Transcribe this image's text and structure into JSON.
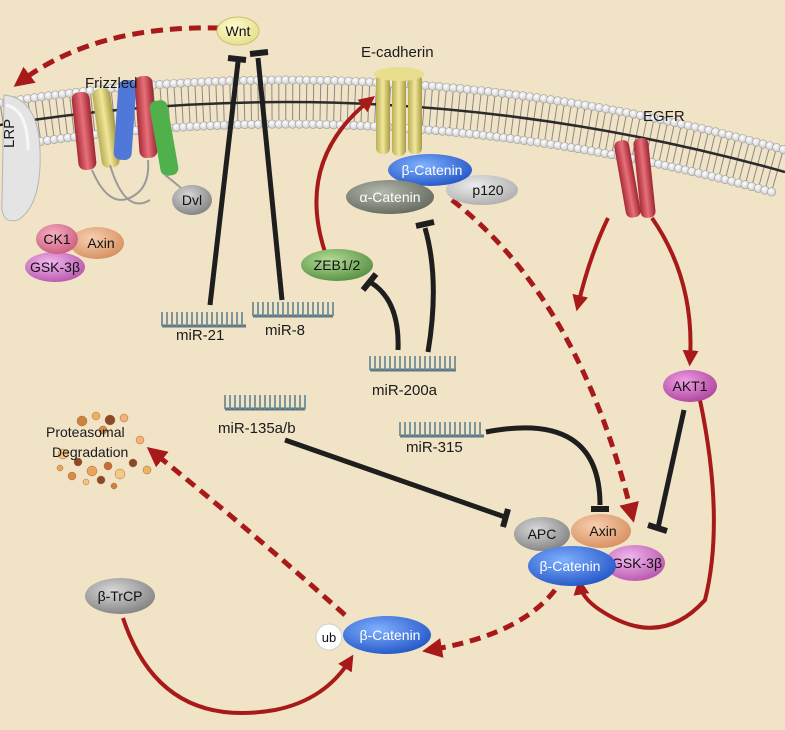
{
  "labels": {
    "wnt": "Wnt",
    "frizzled": "Frizzled",
    "lrp": "LRP",
    "dvl": "Dvl",
    "ck1": "CK1",
    "axin_left": "Axin",
    "gsk3b_left": "GSK-3β",
    "ecadherin": "E-cadherin",
    "egfr": "EGFR",
    "bcatenin_membrane": "β-Catenin",
    "acatenin": "α-Catenin",
    "p120": "p120",
    "zeb": "ZEB1/2",
    "akt1": "AKT1",
    "apc": "APC",
    "axin_complex": "Axin",
    "bcatenin_complex": "β-Catenin",
    "gsk3b_complex": "GSK-3β",
    "btrcp": "β-TrCP",
    "ub": "ub",
    "bcatenin_ub": "β-Catenin",
    "proteasomal_line1": "Proteasomal",
    "proteasomal_line2": "Degradation"
  },
  "mirnas": {
    "mir21": "miR-21",
    "mir8": "miR-8",
    "mir200a": "miR-200a",
    "mir135": "miR-135a/b",
    "mir315": "miR-315"
  },
  "colors": {
    "background": "#f1e3c6",
    "activation_arrow": "#a81a1a",
    "inhibition_line": "#1e1e1e",
    "membrane_head": "#f4f4f4",
    "catenin_blue": "#2f6fe0",
    "gsk_pink": "#d77ad0",
    "axin_orange": "#e7a57a",
    "ck1_pink": "#e57a95",
    "zeb_green": "#6fa65a",
    "akt_pink": "#d062c0",
    "grey_protein": "#9a9a9a"
  }
}
